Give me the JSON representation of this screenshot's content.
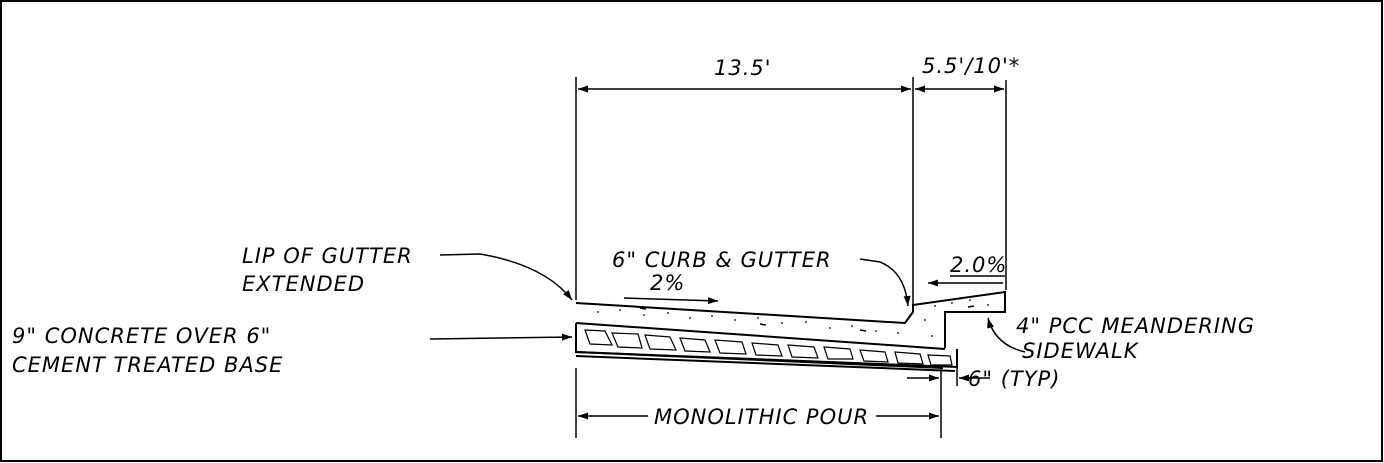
{
  "dimensions": {
    "roadway_width": "13.5'",
    "sidewalk_width": "5.5'/10'*",
    "typical_offset": "6\" (TYP)",
    "pour_width": "MONOLITHIC POUR"
  },
  "slopes": {
    "gutter_slope": "2%",
    "sidewalk_slope": "2.0%"
  },
  "callouts": {
    "lip_of_gutter": [
      "LIP OF GUTTER",
      "EXTENDED"
    ],
    "curb_and_gutter": "6\" CURB & GUTTER",
    "concrete_base": [
      "9\" CONCRETE OVER 6\"",
      "CEMENT TREATED BASE"
    ],
    "sidewalk": [
      "4\" PCC MEANDERING",
      "SIDEWALK"
    ]
  },
  "colors": {
    "line": "#000000",
    "background": "#ffffff"
  }
}
